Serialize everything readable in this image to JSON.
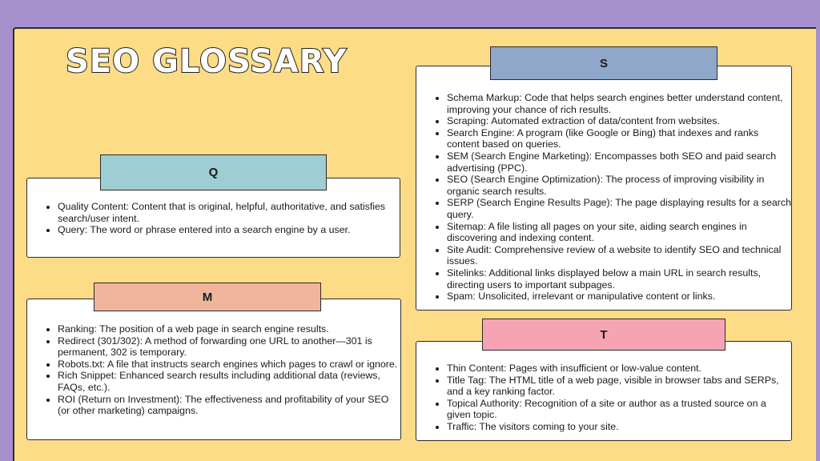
{
  "title": "SEO GLOSSARY",
  "colors": {
    "background": "#a590cc",
    "board": "#fddc87",
    "tab_s": "#8fa7c8",
    "tab_q": "#9ecdd3",
    "tab_m": "#efb69b",
    "tab_t": "#f6a4b3"
  },
  "sections": {
    "s": {
      "letter": "S",
      "items": [
        "Schema Markup: Code that helps search engines better understand content, improving your chance of rich results.",
        "Scraping: Automated extraction of data/content from websites.",
        "Search Engine: A program (like Google or Bing) that indexes and ranks content based on queries.",
        "SEM (Search Engine Marketing): Encompasses both SEO and paid search advertising (PPC).",
        "SEO (Search Engine Optimization): The process of improving visibility in organic search results.",
        "SERP (Search Engine Results Page): The page displaying results for a search query.",
        "Sitemap: A file listing all pages on your site, aiding search engines in discovering and indexing content.",
        "Site Audit: Comprehensive review of a website to identify SEO and technical issues.",
        "Sitelinks: Additional links displayed below a main URL in search results, directing users to important subpages.",
        "Spam: Unsolicited, irrelevant or manipulative content or links."
      ]
    },
    "q": {
      "letter": "Q",
      "items": [
        "Quality Content: Content that is original, helpful, authoritative, and satisfies search/user intent.",
        "Query: The word or phrase entered into a search engine by a user."
      ]
    },
    "m": {
      "letter": "M",
      "items": [
        "Ranking: The position of a web page in search engine results.",
        "Redirect (301/302): A method of forwarding one URL to another—301 is permanent, 302 is temporary.",
        "Robots.txt: A file that instructs search engines which pages to crawl or ignore.",
        "Rich Snippet: Enhanced search results including additional data (reviews, FAQs, etc.).",
        "ROI (Return on Investment): The effectiveness and profitability of your SEO (or other marketing) campaigns."
      ]
    },
    "t": {
      "letter": "T",
      "items": [
        "Thin Content: Pages with insufficient or low-value content.",
        "Title Tag: The HTML title of a web page, visible in browser tabs and SERPs, and a key ranking factor.",
        "Topical Authority: Recognition of a site or author as a trusted source on a given topic.",
        "Traffic: The visitors coming to your site."
      ]
    }
  }
}
